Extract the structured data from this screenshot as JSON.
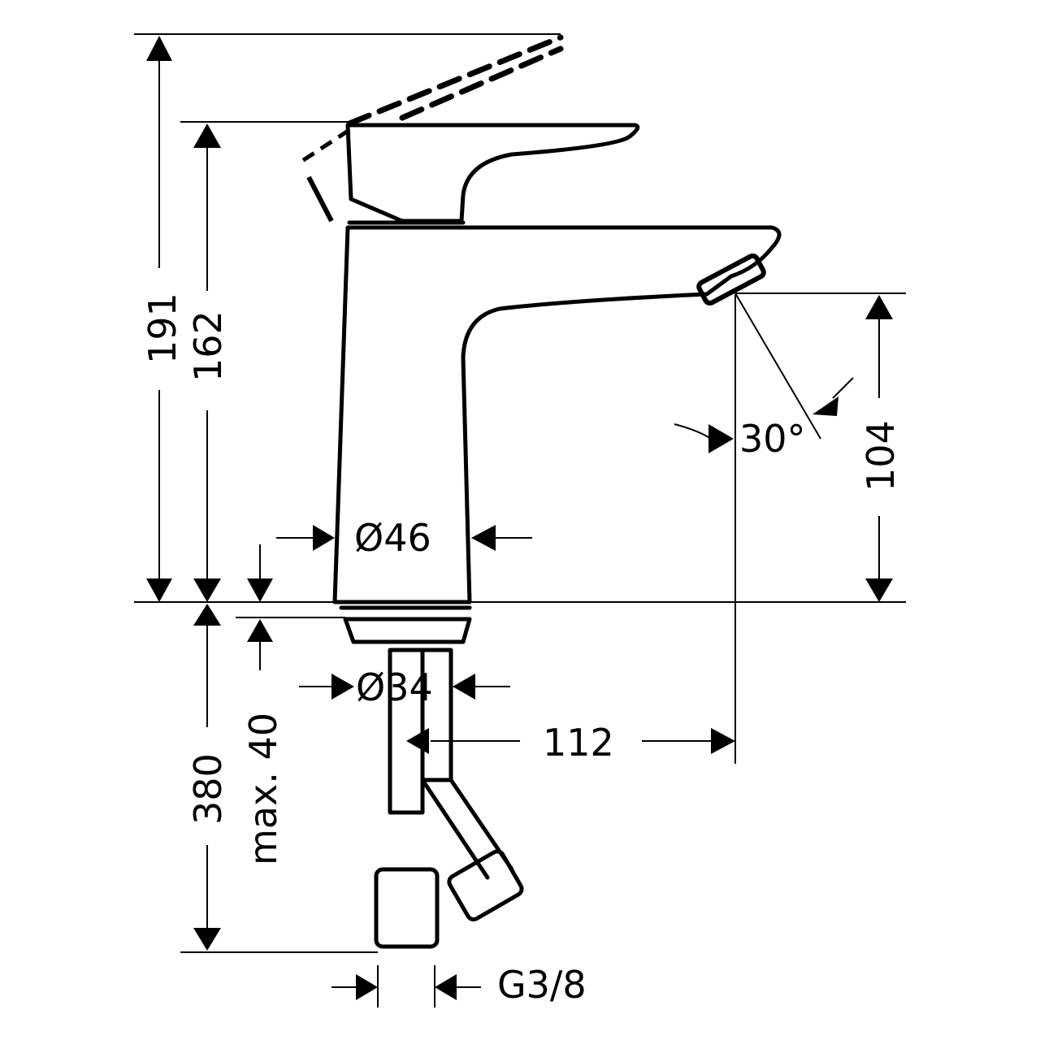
{
  "drawing": {
    "subject": "single-lever basin mixer faucet side elevation",
    "colors": {
      "line": "#000000",
      "background": "#ffffff"
    },
    "dimensions": {
      "total_height": "191",
      "spout_height": "162",
      "outlet_height": "104",
      "body_diameter": "Ø46",
      "shank_diameter": "Ø34",
      "projection": "112",
      "spray_angle": "30°",
      "max_deck_thickness": "max. 40",
      "hose_length": "380",
      "connection_thread": "G3/8"
    }
  }
}
